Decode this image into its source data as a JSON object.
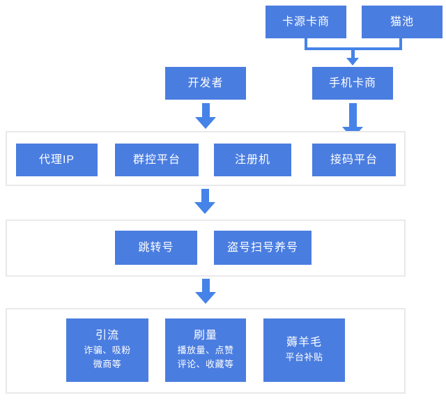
{
  "colors": {
    "bg": "#ffffff",
    "box": "#4a7de0",
    "arrow": "#4583e8",
    "border": "#e9e9e9",
    "text": "#ffffff"
  },
  "nodes": {
    "card_source_merchant": "卡源卡商",
    "cat_pool": "猫池",
    "developer": "开发者",
    "phone_card_merchant": "手机卡商",
    "proxy_ip": "代理IP",
    "group_control_platform": "群控平台",
    "register_machine": "注册机",
    "sms_code_platform": "接码平台",
    "jump_account": "跳转号",
    "account_hacking": "盗号扫号养号",
    "traffic_funnel": {
      "title": "引流",
      "sub1": "诈骗、吸粉",
      "sub2": "微商等"
    },
    "fake_volume": {
      "title": "刷量",
      "sub1": "播放量、点赞",
      "sub2": "评论、收藏等"
    },
    "wool_pulling": {
      "title": "薅羊毛",
      "sub1": "平台补贴"
    }
  }
}
